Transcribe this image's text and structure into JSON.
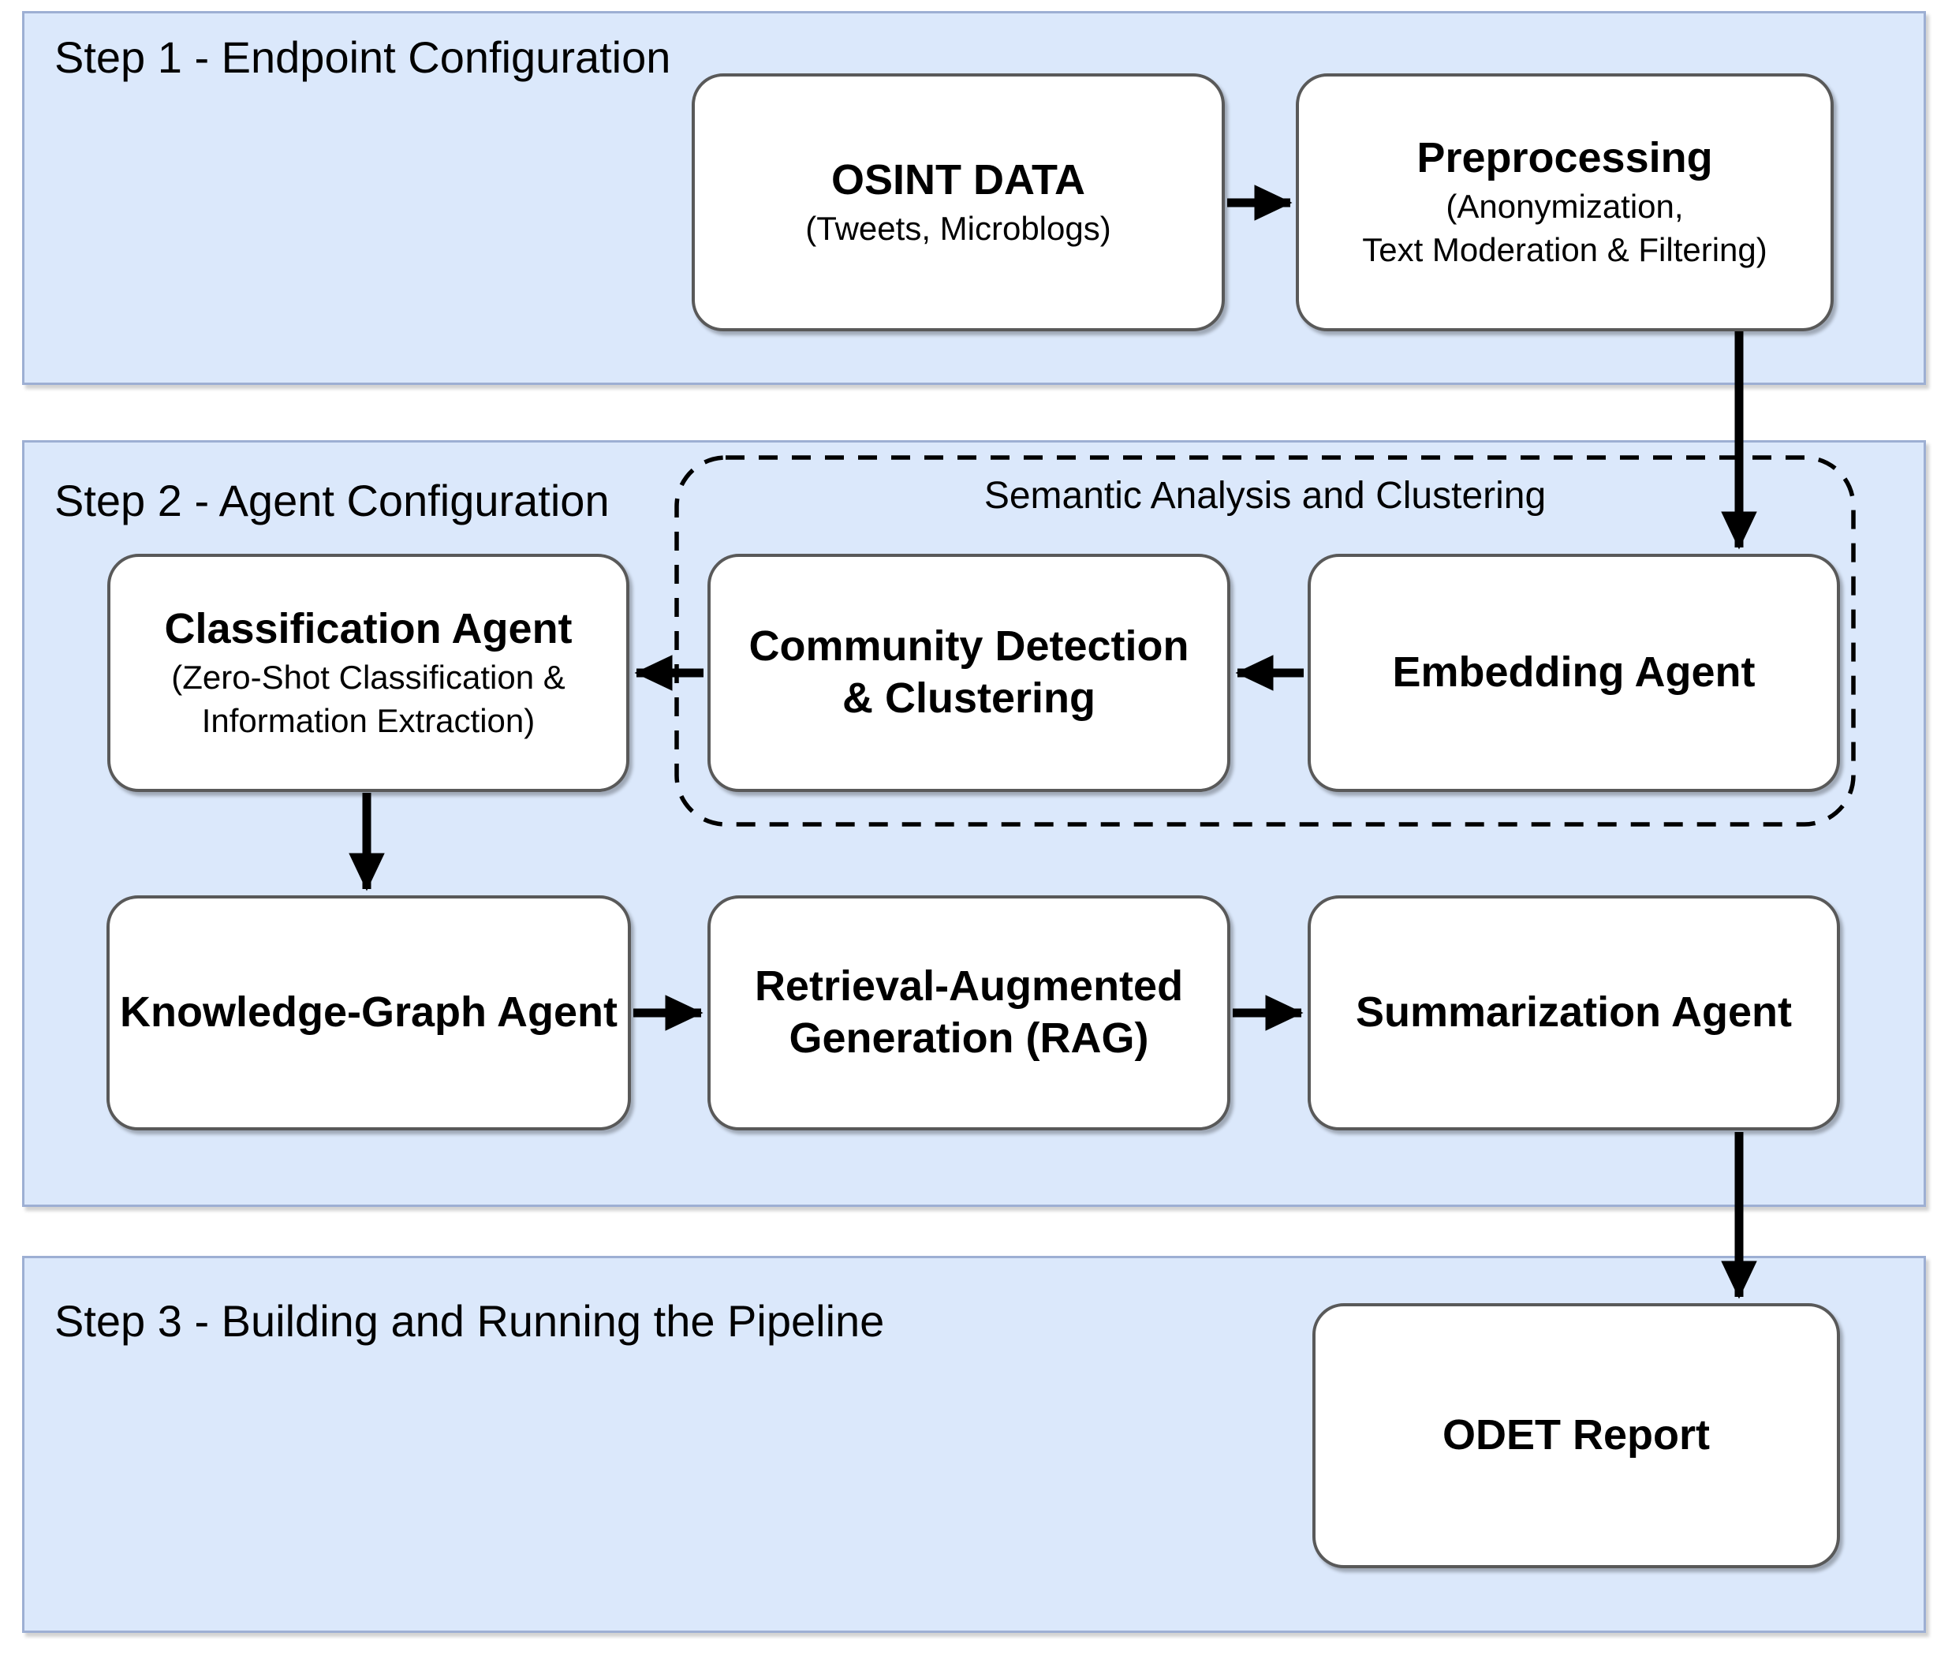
{
  "panels": {
    "step1": {
      "title": "Step 1 - Endpoint Configuration"
    },
    "step2": {
      "title": "Step 2 - Agent Configuration"
    },
    "step3": {
      "title": "Step 3 - Building and Running the Pipeline"
    }
  },
  "group": {
    "semantic": {
      "title": "Semantic Analysis and Clustering"
    }
  },
  "nodes": {
    "osint": {
      "line1": "OSINT DATA",
      "line2": "(Tweets, Microblogs)"
    },
    "preprocessing": {
      "line1": "Preprocessing",
      "line2": "(Anonymization,",
      "line3": "Text Moderation & Filtering)"
    },
    "embedding": {
      "line1": "Embedding Agent"
    },
    "community": {
      "line1": "Community Detection",
      "line2": "& Clustering"
    },
    "classification": {
      "line1": "Classification Agent",
      "line2": "(Zero-Shot Classification &",
      "line3": "Information Extraction)"
    },
    "knowledge_graph": {
      "line1": "Knowledge-Graph Agent"
    },
    "rag": {
      "line1": "Retrieval-Augmented",
      "line2": "Generation (RAG)"
    },
    "summarization": {
      "line1": "Summarization Agent"
    },
    "odet": {
      "line1": "ODET Report"
    }
  },
  "edges": [
    {
      "from": "osint",
      "to": "preprocessing"
    },
    {
      "from": "preprocessing",
      "to": "embedding"
    },
    {
      "from": "embedding",
      "to": "community"
    },
    {
      "from": "community",
      "to": "classification"
    },
    {
      "from": "classification",
      "to": "knowledge_graph"
    },
    {
      "from": "knowledge_graph",
      "to": "rag"
    },
    {
      "from": "rag",
      "to": "summarization"
    },
    {
      "from": "summarization",
      "to": "odet"
    }
  ],
  "colors": {
    "panel_fill": "#dbe8fb",
    "panel_border": "#9dafd3",
    "node_fill": "#ffffff",
    "node_border": "#595959",
    "arrow": "#000000",
    "text": "#000000"
  }
}
